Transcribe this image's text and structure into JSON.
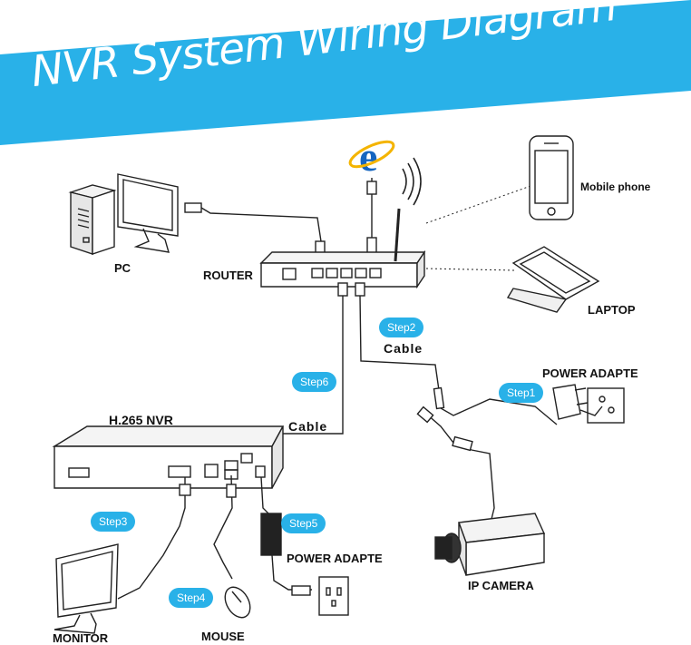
{
  "title": "NVR System Wiring Diagram",
  "labels": {
    "pc": "PC",
    "router": "ROUTER",
    "mobile_phone": "Mobile phone",
    "laptop": "LAPTOP",
    "power_adapter_top": "POWER ADAPTE",
    "nvr": "H.265 NVR",
    "ip_camera": "IP  CAMERA",
    "power_adapter_bottom": "POWER ADAPTE",
    "monitor": "MONITOR",
    "mouse": "MOUSE"
  },
  "cables": {
    "router_camera": "Cable",
    "router_nvr": "Cable"
  },
  "steps": {
    "step1": "Step1",
    "step2": "Step2",
    "step3": "Step3",
    "step4": "Step4",
    "step5": "Step5",
    "step6": "Step6"
  },
  "colors": {
    "banner": "#29b1e8",
    "step_badge": "#29b1e8",
    "line_art": "#222222"
  },
  "icons": [
    "internet-explorer-icon",
    "wifi-signal-icon"
  ]
}
